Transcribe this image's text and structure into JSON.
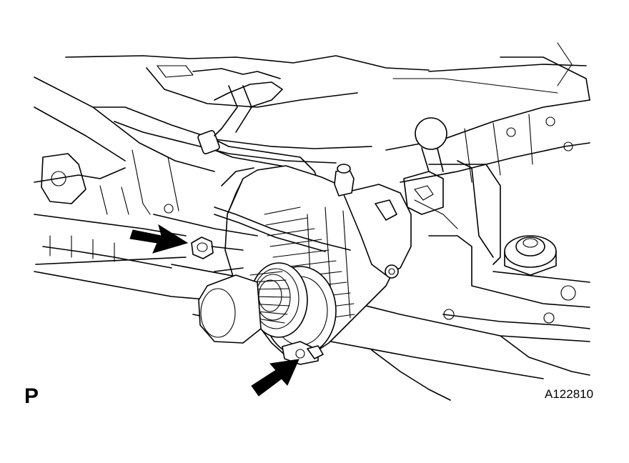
{
  "view_label": "P",
  "figure_code": "A122810",
  "illustration": {
    "subject": "alternator-assembly",
    "arrows": [
      "arrow-upper-bolt",
      "arrow-lower-bolt"
    ]
  }
}
